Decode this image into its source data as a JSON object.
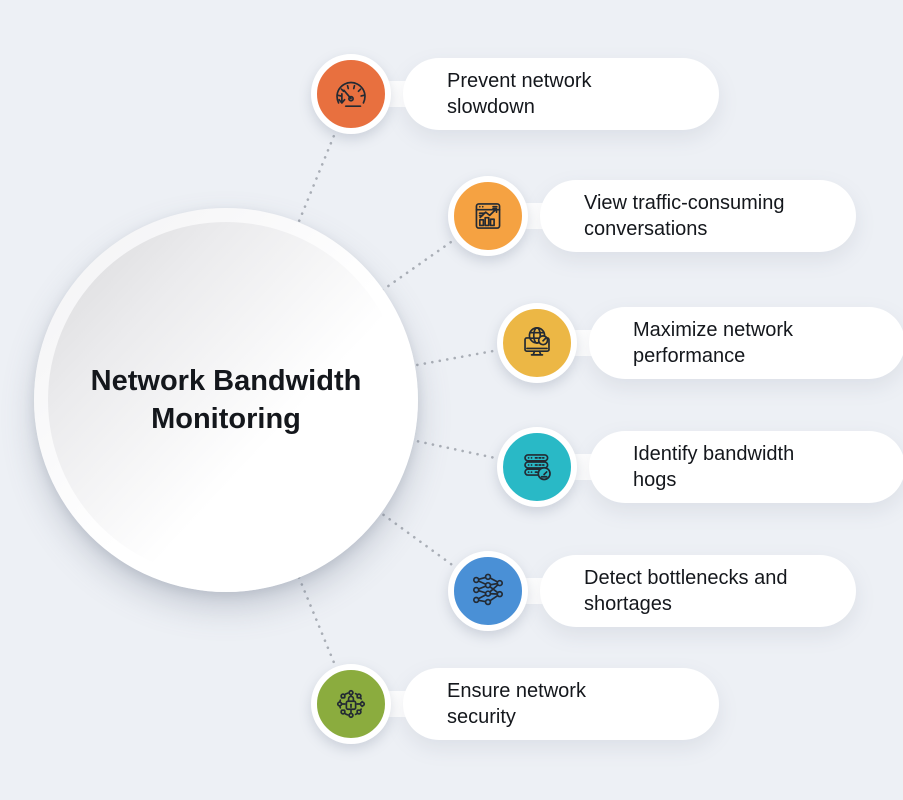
{
  "title": {
    "line1": "Network Bandwidth",
    "line2": "Monitoring"
  },
  "theme": {
    "background": "#EDF0F5",
    "pill_background": "#FFFFFF",
    "text_color": "#14171C",
    "dotted_line_color": "#A9AEB6"
  },
  "items": [
    {
      "icon": "speedometer-icon",
      "color": "#E8703F",
      "line1": "Prevent network",
      "line2": "slowdown"
    },
    {
      "icon": "traffic-analytics-icon",
      "color": "#F5A242",
      "line1": "View traffic-consuming",
      "line2": "conversations"
    },
    {
      "icon": "globe-monitor-icon",
      "color": "#ECB745",
      "line1": "Maximize network",
      "line2": "performance"
    },
    {
      "icon": "server-gauge-icon",
      "color": "#29B9C6",
      "line1": "Identify bandwidth",
      "line2": "hogs"
    },
    {
      "icon": "network-graph-icon",
      "color": "#4A90D6",
      "line1": "Detect bottlenecks and",
      "line2": "shortages"
    },
    {
      "icon": "secure-network-icon",
      "color": "#8BAC3E",
      "line1": "Ensure network",
      "line2": "security"
    }
  ]
}
